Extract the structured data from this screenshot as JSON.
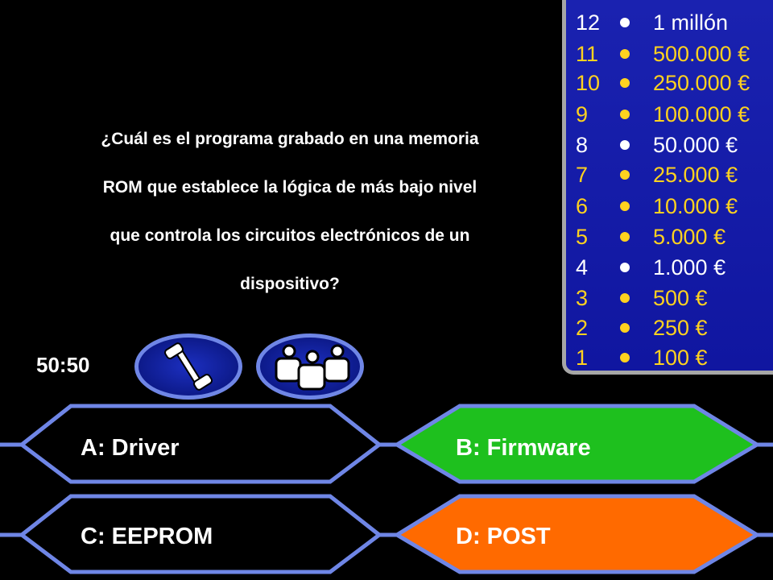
{
  "question": {
    "text": "¿Cuál es el programa grabado en una memoria ROM  que establece la lógica de más bajo nivel que controla los circuitos electrónicos de un dispositivo?",
    "lines": [
      "¿Cuál es el programa grabado en una memoria",
      "ROM  que establece la lógica de más bajo nivel",
      "que controla los circuitos electrónicos de un",
      "dispositivo?"
    ]
  },
  "money_ladder": [
    {
      "level": "12",
      "amount": "1 millón",
      "amount_color": "#ffffff",
      "dot_color": "#ffffff",
      "level_color": "#ffffff"
    },
    {
      "level": "11",
      "amount": "500.000 €",
      "amount_color": "#ffd21f",
      "dot_color": "#ffd21f",
      "level_color": "#ffd21f"
    },
    {
      "level": "10",
      "amount": "250.000 €",
      "amount_color": "#ffd21f",
      "dot_color": "#ffd21f",
      "level_color": "#ffd21f"
    },
    {
      "level": "9",
      "amount": "100.000 €",
      "amount_color": "#ffd21f",
      "dot_color": "#ffd21f",
      "level_color": "#ffd21f"
    },
    {
      "level": "8",
      "amount": "50.000 €",
      "amount_color": "#ffffff",
      "dot_color": "#ffffff",
      "level_color": "#ffffff"
    },
    {
      "level": "7",
      "amount": "25.000 €",
      "amount_color": "#ffd21f",
      "dot_color": "#ffd21f",
      "level_color": "#ffd21f"
    },
    {
      "level": "6",
      "amount": "10.000 €",
      "amount_color": "#ffd21f",
      "dot_color": "#ffd21f",
      "level_color": "#ffd21f"
    },
    {
      "level": "5",
      "amount": "5.000 €",
      "amount_color": "#ffd21f",
      "dot_color": "#ffd21f",
      "level_color": "#ffd21f"
    },
    {
      "level": "4",
      "amount": "1.000 €",
      "amount_color": "#ffffff",
      "dot_color": "#ffffff",
      "level_color": "#ffffff"
    },
    {
      "level": "3",
      "amount": "500 €",
      "amount_color": "#ffd21f",
      "dot_color": "#ffd21f",
      "level_color": "#ffd21f"
    },
    {
      "level": "2",
      "amount": "250 €",
      "amount_color": "#ffd21f",
      "dot_color": "#ffd21f",
      "level_color": "#ffd21f"
    },
    {
      "level": "1",
      "amount": "100 €",
      "amount_color": "#ffd21f",
      "dot_color": "#ffd21f",
      "level_color": "#ffd21f"
    }
  ],
  "lifelines": {
    "fifty_fifty": "50:50",
    "phone_icon": "phone-handset-icon",
    "audience_icon": "audience-people-icon"
  },
  "answers": [
    {
      "label": "A:  Driver",
      "state": "normal",
      "fill": "#000000"
    },
    {
      "label": "B: Firmware",
      "state": "correct",
      "fill": "#1ec01e"
    },
    {
      "label": "C:  EEPROM",
      "state": "normal",
      "fill": "#000000"
    },
    {
      "label": "D:  POST",
      "state": "selected",
      "fill": "#ff6a00"
    }
  ],
  "colors": {
    "ladder_bg": "#1a22b0",
    "ladder_border": "#a6a6a6",
    "answer_border": "#6f86e6",
    "gold": "#ffd21f"
  }
}
